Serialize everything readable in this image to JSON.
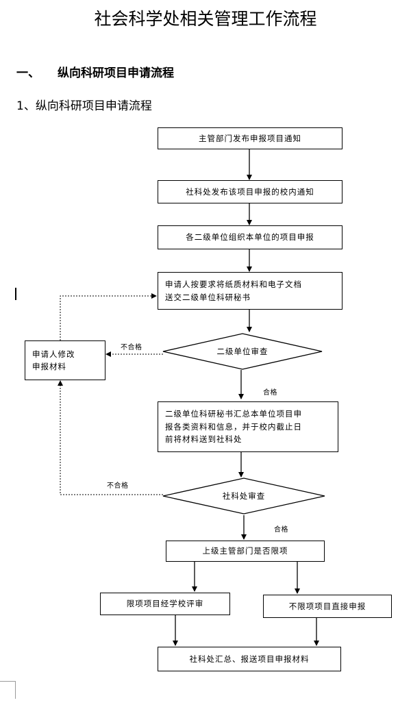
{
  "doc": {
    "title": "社会科学处相关管理工作流程",
    "section_number": "一、",
    "section_title": "纵向科研项目申请流程",
    "subsection": "1、纵向科研项目申请流程"
  },
  "flow": {
    "step1": "主管部门发布申报项目通知",
    "step2": "社科处发布该项目申报的校内通知",
    "step3": "各二级单位组织本单位的项目申报",
    "step4_line1": "申请人按要求将纸质材料和电子文档",
    "step4_line2": "送交二级单位科研秘书",
    "revise_line1": "申请人修改",
    "revise_line2": "申报材料",
    "decision1": "二级单位审查",
    "fail1": "不合格",
    "pass1": "合格",
    "step5_line1": "二级单位科研秘书汇总本单位项目申",
    "step5_line2": "报各类资料和信息，并于校内截止日",
    "step5_line3": "前将材料送到社科处",
    "decision2": "社科处审查",
    "fail2": "不合格",
    "pass2": "合格",
    "step6": "上级主管部门是否限项",
    "step7a": "限项项目经学校评审",
    "step7b": "不限项项目直接申报",
    "step8": "社科处汇总、报送项目申报材料"
  }
}
